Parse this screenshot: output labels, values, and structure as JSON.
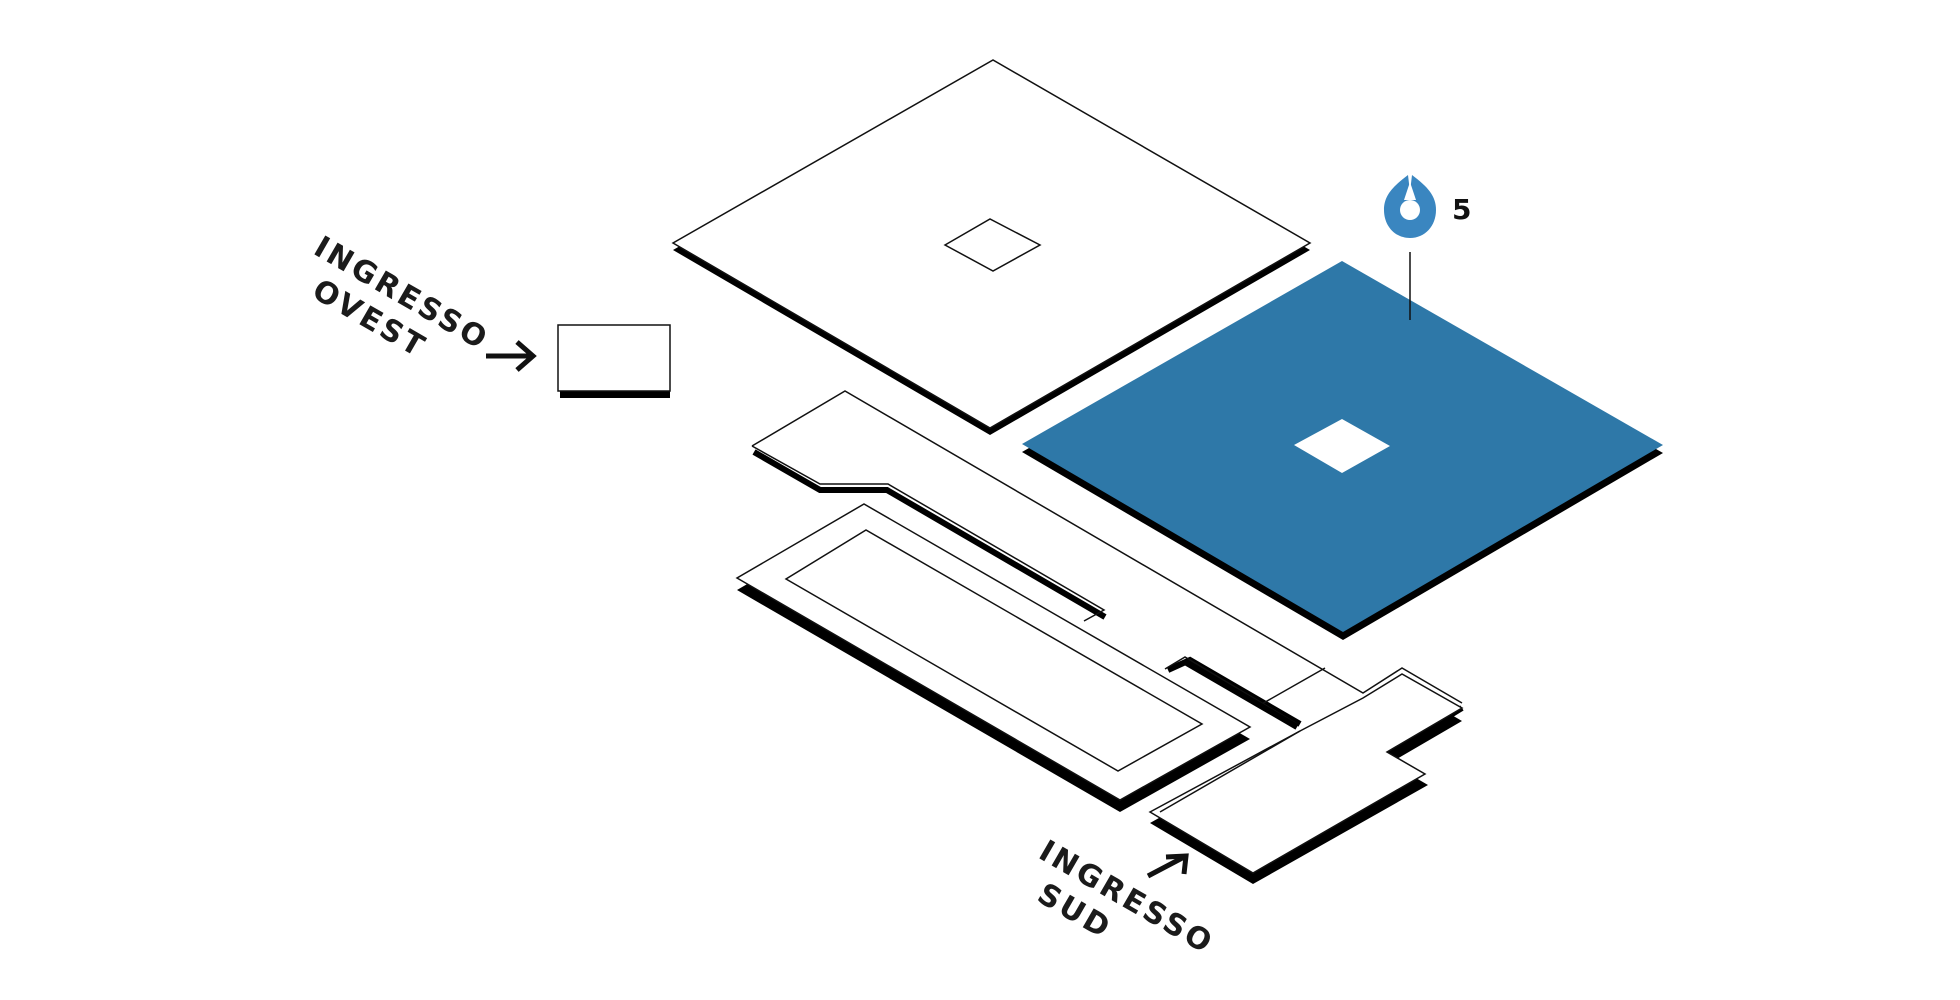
{
  "map": {
    "entrances": {
      "west": {
        "line1": "INGRESSO",
        "line2": "OVEST"
      },
      "south": {
        "line1": "INGRESSO",
        "line2": "SUD"
      }
    },
    "marker": {
      "icon": "water-drop-icon",
      "number": "5",
      "color": "#3a86c0"
    },
    "highlight_color": "#2e78a8"
  }
}
